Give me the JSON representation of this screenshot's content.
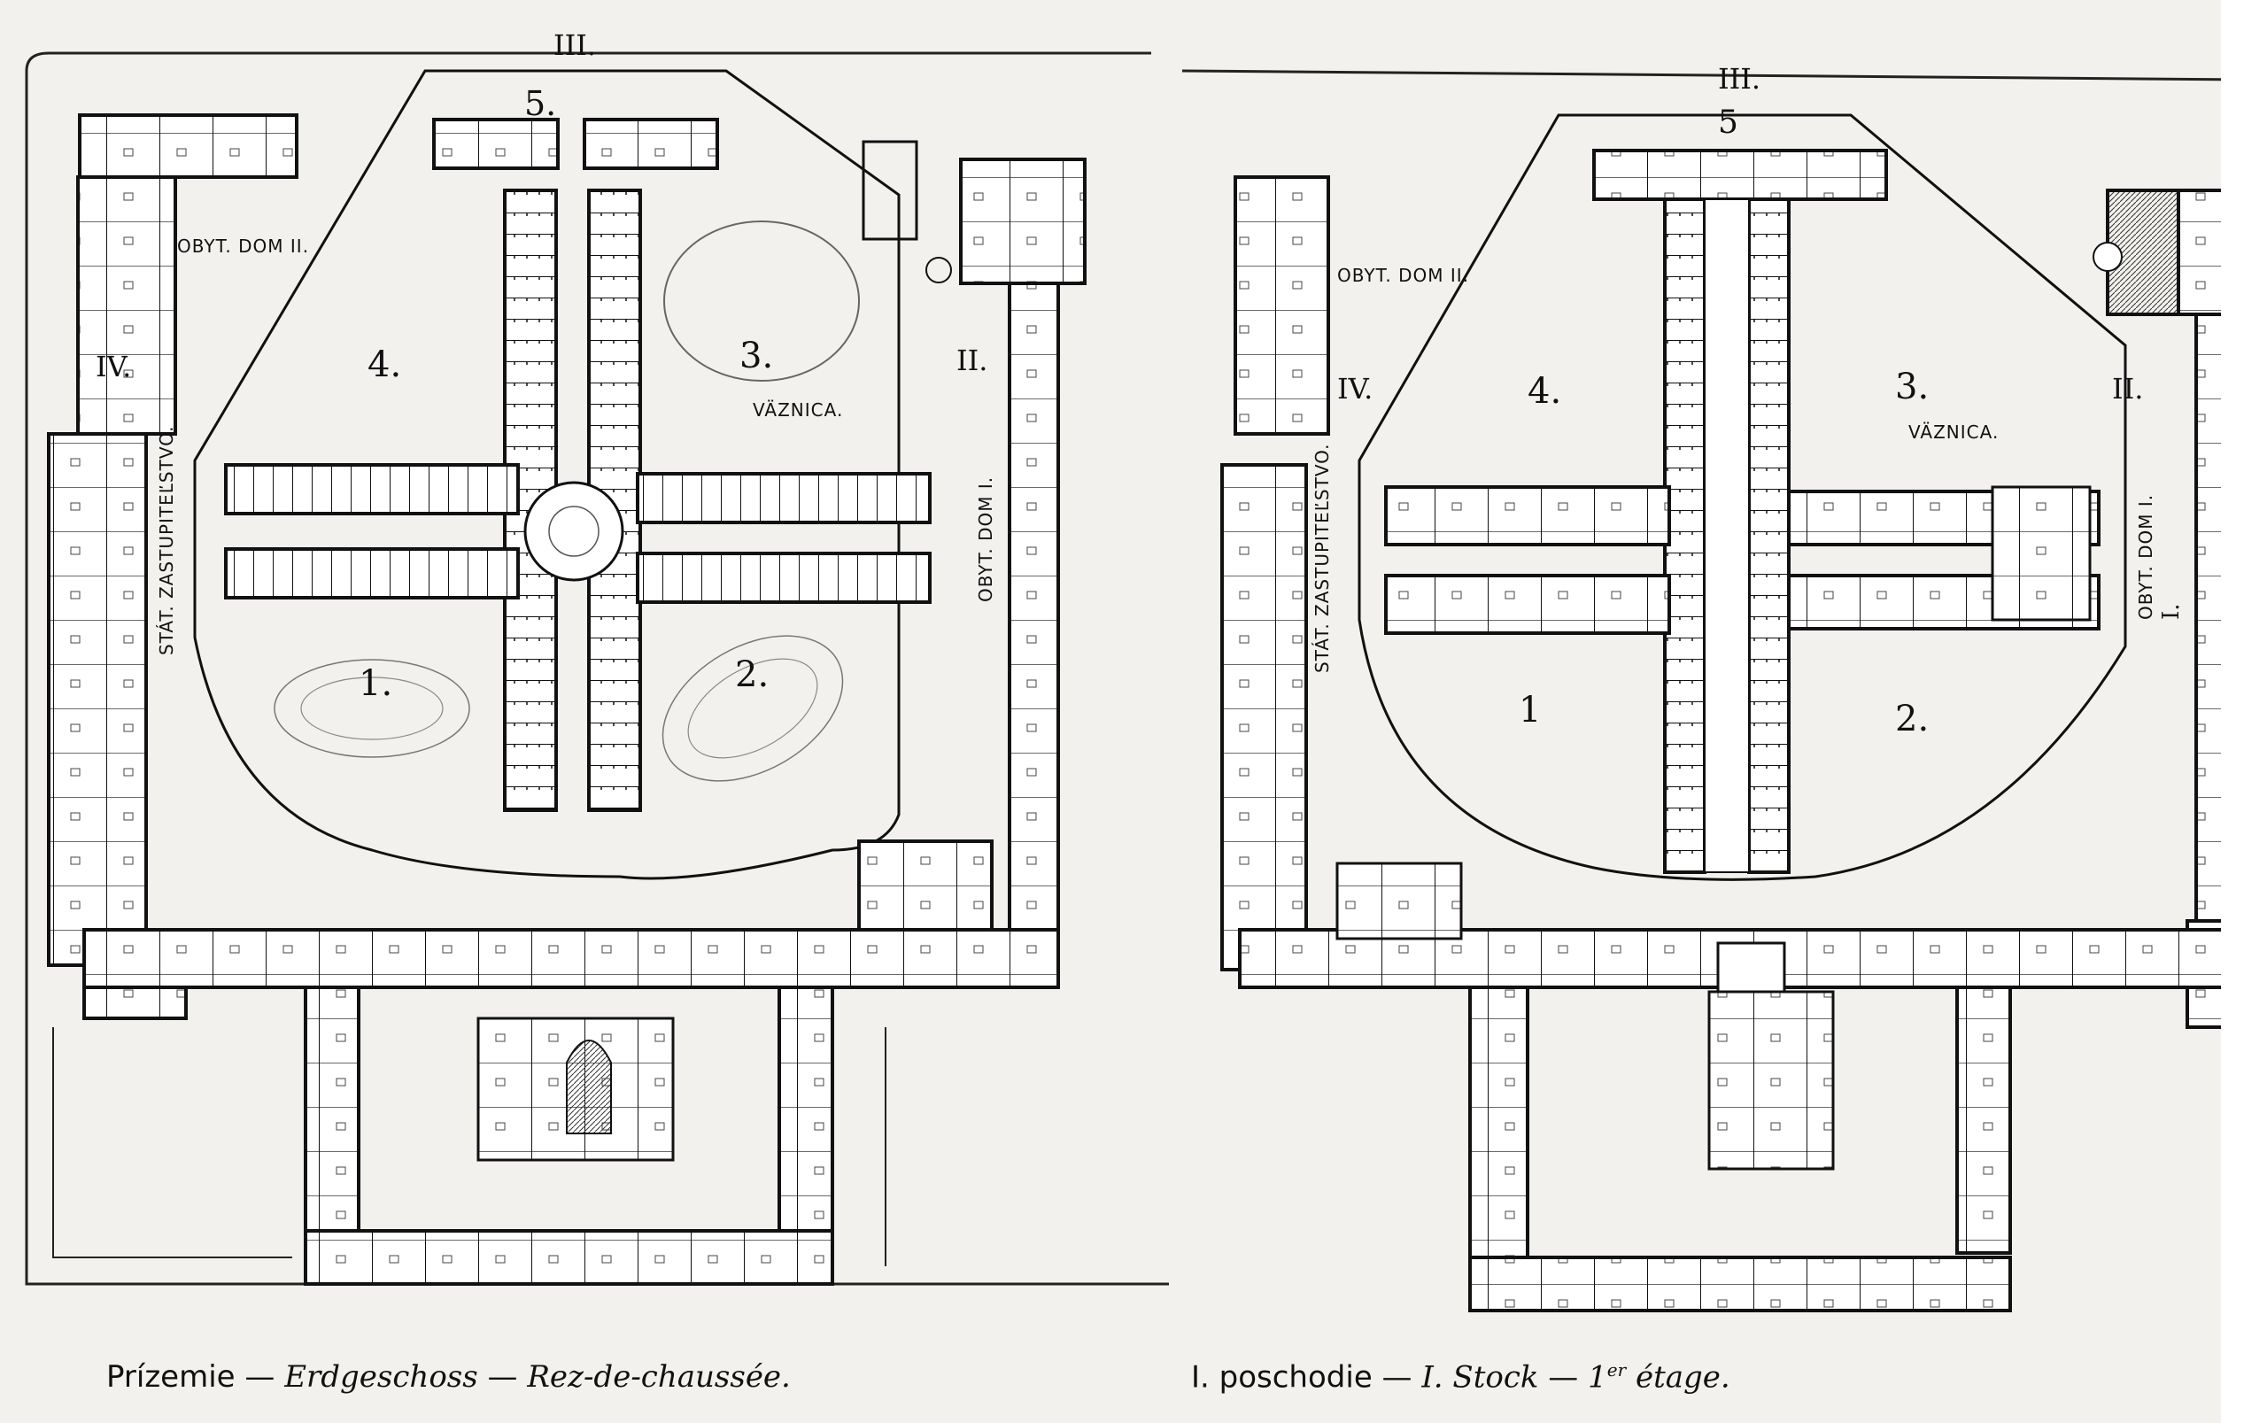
{
  "ground_floor": {
    "sections": {
      "s1": "1.",
      "s2": "2.",
      "s3": "3.",
      "s4": "4.",
      "s5": "5.",
      "r2": "II.",
      "r3": "III.",
      "r4": "IV."
    },
    "labels": {
      "obytny_dom_2": "OBYT. DOM II.",
      "obytny_dom_1": "OBYT. DOM I.",
      "vaznica": "VÄZNICA.",
      "stat_zastupitelstvo": "STÁT. ZASTUPITEĽSTVO."
    },
    "caption": {
      "slovak": "Prízemie —",
      "german": "Erdgeschoss",
      "sep": "—",
      "french": "Rez-de-chaussée."
    }
  },
  "first_floor": {
    "sections": {
      "s1": "1",
      "s2": "2.",
      "s3": "3.",
      "s4": "4.",
      "s5": "5",
      "r1": "I.",
      "r2": "II.",
      "r3": "III.",
      "r4": "IV."
    },
    "labels": {
      "obytny_dom_2": "OBYT. DOM II.",
      "obytny_dom_1": "OBYT. DOM I.",
      "vaznica": "VÄZNICA.",
      "stat_zastupitelstvo": "STÁT. ZASTUPITEĽSTVO."
    },
    "caption": {
      "slovak": "I. poschodie —",
      "german": "I. Stock",
      "sep": "—",
      "french_num": "1",
      "french_sup": "er",
      "french": "étage."
    }
  }
}
